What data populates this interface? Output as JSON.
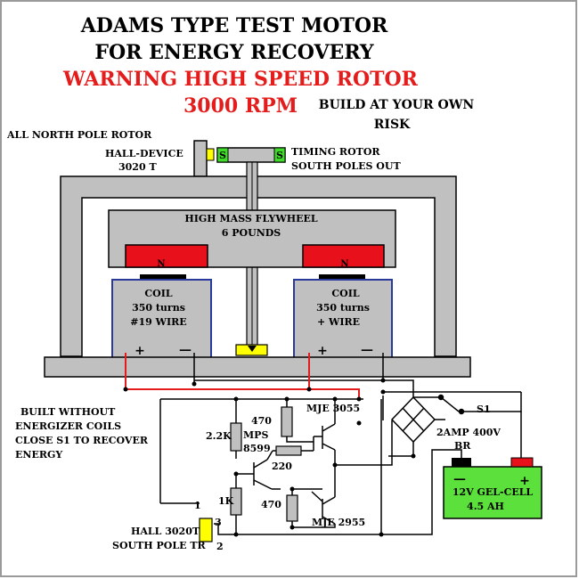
{
  "title": {
    "line1": "ADAMS TYPE TEST MOTOR",
    "line2": "FOR ENERGY RECOVERY",
    "warning": "WARNING HIGH SPEED ROTOR",
    "rpm": "3000 RPM",
    "risk_line1": "BUILD AT YOUR OWN",
    "risk_line2": "RISK"
  },
  "rotor": {
    "north_label": "ALL NORTH POLE ROTOR",
    "hall_label_1": "HALL-DEVICE",
    "hall_label_2": "3020 T",
    "timing_label_1": "TIMING ROTOR",
    "timing_label_2": "SOUTH POLES OUT",
    "s_left": "S",
    "s_right": "S"
  },
  "flywheel": {
    "label_1": "HIGH MASS FLYWHEEL",
    "label_2": "6 POUNDS",
    "magnet_left": "N",
    "magnet_right": "N"
  },
  "coil_left": {
    "line1": "COIL",
    "line2": "350 turns",
    "line3": "#19 WIRE",
    "plus": "+",
    "minus": "—"
  },
  "coil_right": {
    "line1": "COIL",
    "line2": "350 turns",
    "line3": "+  WIRE",
    "plus": "+",
    "minus": "—"
  },
  "notes": {
    "line1": "BUILT WITHOUT",
    "line2": "ENERGIZER COILS",
    "line3": "CLOSE S1 TO RECOVER",
    "line4": "ENERGY"
  },
  "circuit": {
    "r470_top": "470",
    "r470_bot": "470",
    "r22k": "2.2K",
    "r220": "220",
    "r1k": "1K",
    "q_mps": "MPS",
    "q_8599": "8599",
    "q_mje3055": "MJE 3055",
    "q_mje2955": "MJE 2955",
    "hall_name": "HALL  3020T",
    "hall_desc": "SOUTH POLE TR",
    "pin1": "1",
    "pin2": "2",
    "pin3": "3",
    "bridge_1": "2AMP 400V",
    "bridge_2": "BR",
    "switch": "S1",
    "battery_1": "12V GEL-CELL",
    "battery_2": "4.5 AH",
    "bat_minus": "—",
    "bat_plus": "+"
  },
  "colors": {
    "red_wire": "#e41c1c",
    "magnet": "#e8101a",
    "coil_border": "#2a3a9c",
    "frame": "#c0c0c0",
    "hall_yellow": "#ffff00",
    "timing_green": "#3fdc2a",
    "battery_green": "#5ce03c"
  }
}
